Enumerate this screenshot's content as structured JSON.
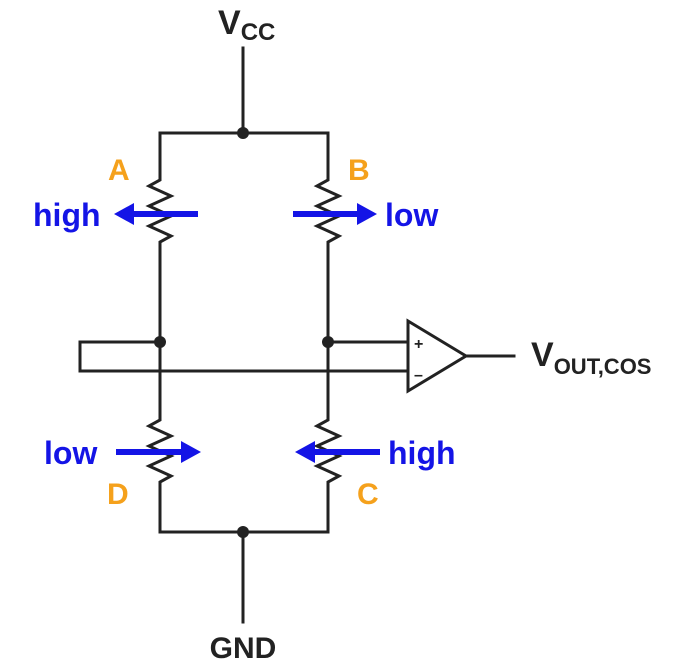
{
  "supply": {
    "main": "V",
    "sub": "CC"
  },
  "ground": {
    "label": "GND"
  },
  "output": {
    "main": "V",
    "sub": "OUT,COS"
  },
  "opamp": {
    "plus": "+",
    "minus": "–"
  },
  "resistors": {
    "a": {
      "letter": "A",
      "state": "high"
    },
    "b": {
      "letter": "B",
      "state": "low"
    },
    "c": {
      "letter": "C",
      "state": "high"
    },
    "d": {
      "letter": "D",
      "state": "low"
    }
  },
  "colors": {
    "wire": "#222222",
    "letter": "#f5a11c",
    "arrow": "#1414e6",
    "text": "#222222"
  }
}
